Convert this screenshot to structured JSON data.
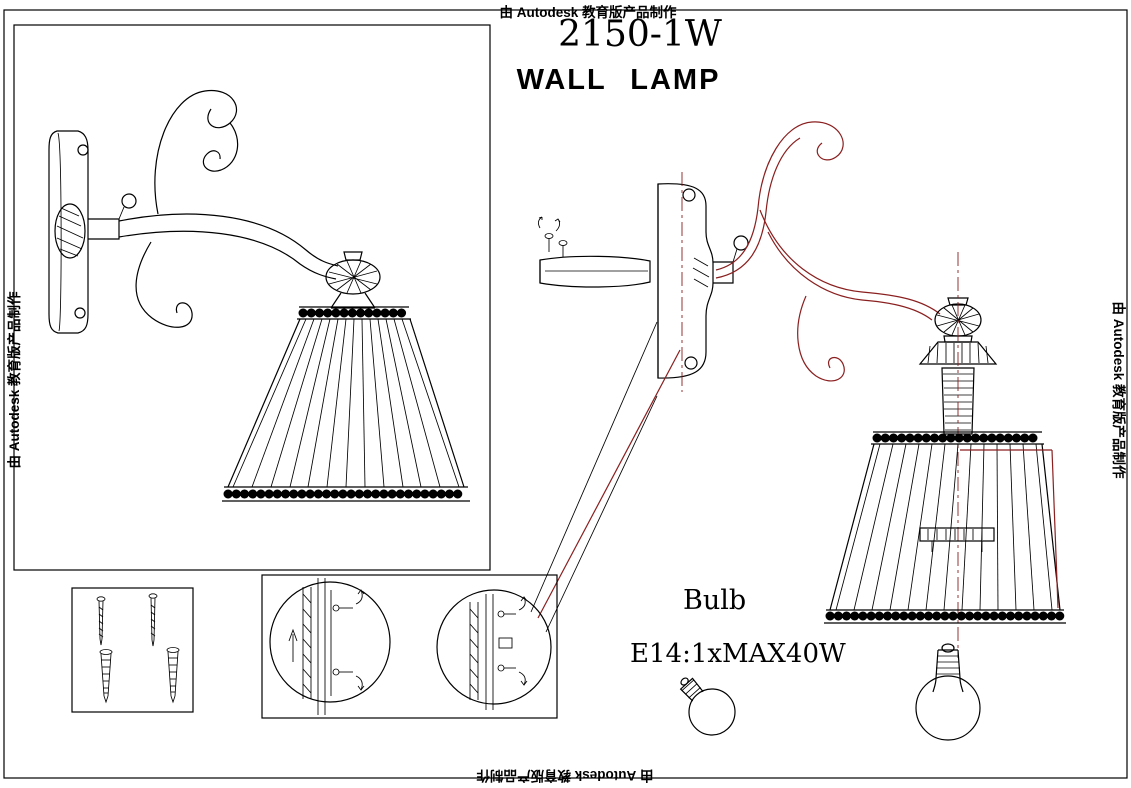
{
  "watermarks": {
    "top": "由 Autodesk 教育版产品制作",
    "left": "由 Autodesk 教育版产品制作",
    "right": "由 Autodesk 教育版产品制作",
    "bottom": "由 Autodesk 教育版产品制作"
  },
  "title": {
    "model": "2150-1W",
    "product": "WALL LAMP"
  },
  "specs": {
    "bulb_label": "Bulb",
    "bulb_spec": "E14:1xMAX40W"
  },
  "colors": {
    "accent": "#8a1f1f",
    "ink": "#000000",
    "paper": "#ffffff"
  }
}
